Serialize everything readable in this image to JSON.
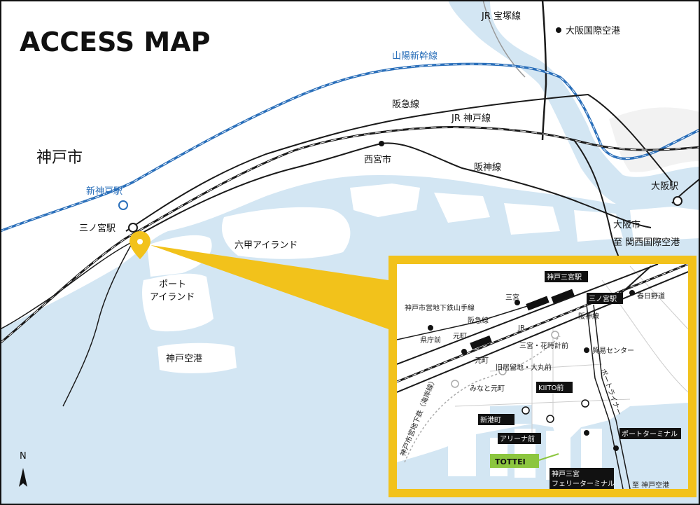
{
  "title": "ACCESS MAP",
  "north": "N",
  "colors": {
    "water": "#d3e6f3",
    "rail": "#1a1a1a",
    "shinkansen": "#2a6fba",
    "accent": "#f2c21b",
    "pin": "#f2c21b",
    "highlight": "#8cc63f"
  },
  "main_map": {
    "city": "神戸市",
    "lines": {
      "jr_takarazuka": "JR 宝塚線",
      "sanyo_shinkansen": "山陽新幹線",
      "hankyu": "阪急線",
      "jr_kobe": "JR 神戸線",
      "hanshin": "阪神線"
    },
    "places": {
      "itami_airport": "大阪国際空港",
      "shin_kobe": "新神戸駅",
      "sannomiya": "三ノ宮駅",
      "nishinomiya": "西宮市",
      "rokko_island": "六甲アイランド",
      "port_island_1": "ポート",
      "port_island_2": "アイランド",
      "kobe_airport": "神戸空港",
      "osaka_station": "大阪駅",
      "osaka_city": "大阪市",
      "kansai_airport": "至 関西国際空港"
    }
  },
  "inset": {
    "stations": {
      "kobe_sannomiya": "神戸三宮駅",
      "sannomiya": "三ノ宮駅",
      "sannomiya_small": "三宮",
      "kasuga_nomichi": "春日野道",
      "kenchomae": "県庁前",
      "motomachi": "元町",
      "motomachi2": "元町",
      "boeki_center": "貿易センター",
      "hanadokei": "三宮・花時計前",
      "kyukyoryuchi": "旧居留地・大丸前",
      "minato_motomachi": "みなと元町",
      "kiito": "KIITO前",
      "shinkocho": "新港町",
      "arena": "アリーナ前",
      "port_terminal": "ポートターミナル",
      "ferry_1": "神戸三宮",
      "ferry_2": "フェリーターミナル",
      "tottei": "TOTTEI",
      "kobe_airport": "至 神戸空港"
    },
    "lines": {
      "yamate": "神戸市営地下鉄山手線",
      "hankyu": "阪急線",
      "jr": "JR",
      "hanshin": "阪神線",
      "kaigan": "神戸市営地下鉄（海岸線）",
      "portliner": "ポートライナー"
    }
  }
}
